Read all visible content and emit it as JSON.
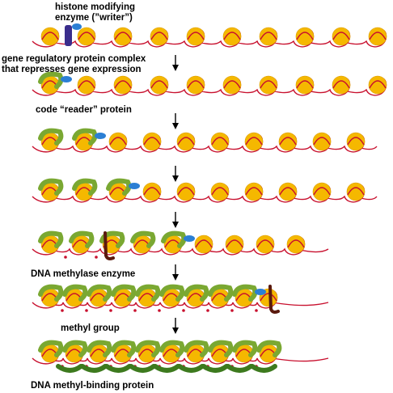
{
  "labels": {
    "writer_line1": "histone modifying",
    "writer_line2": "enzyme (”writer”)",
    "repressor_line1": "gene regulatory protein complex",
    "repressor_line2": "that represses gene expression",
    "reader": "code “reader” protein",
    "methylase": "DNA methylase enzyme",
    "methyl_group": "methyl group",
    "methyl_binding": "DNA methyl-binding protein"
  },
  "colors": {
    "dna": "#c8102e",
    "nucleosome": "#f5b800",
    "reader_protein": "#7aa832",
    "writer_enzyme": "#2b7fd4",
    "repressor_complex": "#3a2d8c",
    "methylase_enzyme": "#5a1a0e",
    "methyl_binding_protein": "#3d7a1e",
    "methyl_mark": "#c8102e"
  },
  "stages": [
    {
      "step": 1,
      "nucleosomes": 10,
      "reader_coverage": 0,
      "methylated": false
    },
    {
      "step": 2,
      "nucleosomes": 10,
      "reader_coverage": 1,
      "methylated": false
    },
    {
      "step": 3,
      "nucleosomes": 10,
      "reader_coverage": 2,
      "methylated": false
    },
    {
      "step": 4,
      "nucleosomes": 10,
      "reader_coverage": 3,
      "methylated": false
    },
    {
      "step": 5,
      "nucleosomes": 9,
      "reader_coverage": 5,
      "methylated": "partial"
    },
    {
      "step": 6,
      "nucleosomes": 10,
      "reader_coverage": 9,
      "methylated": true
    },
    {
      "step": 7,
      "nucleosomes": 10,
      "reader_coverage": 10,
      "methylated": true,
      "methyl_binding": true
    }
  ]
}
